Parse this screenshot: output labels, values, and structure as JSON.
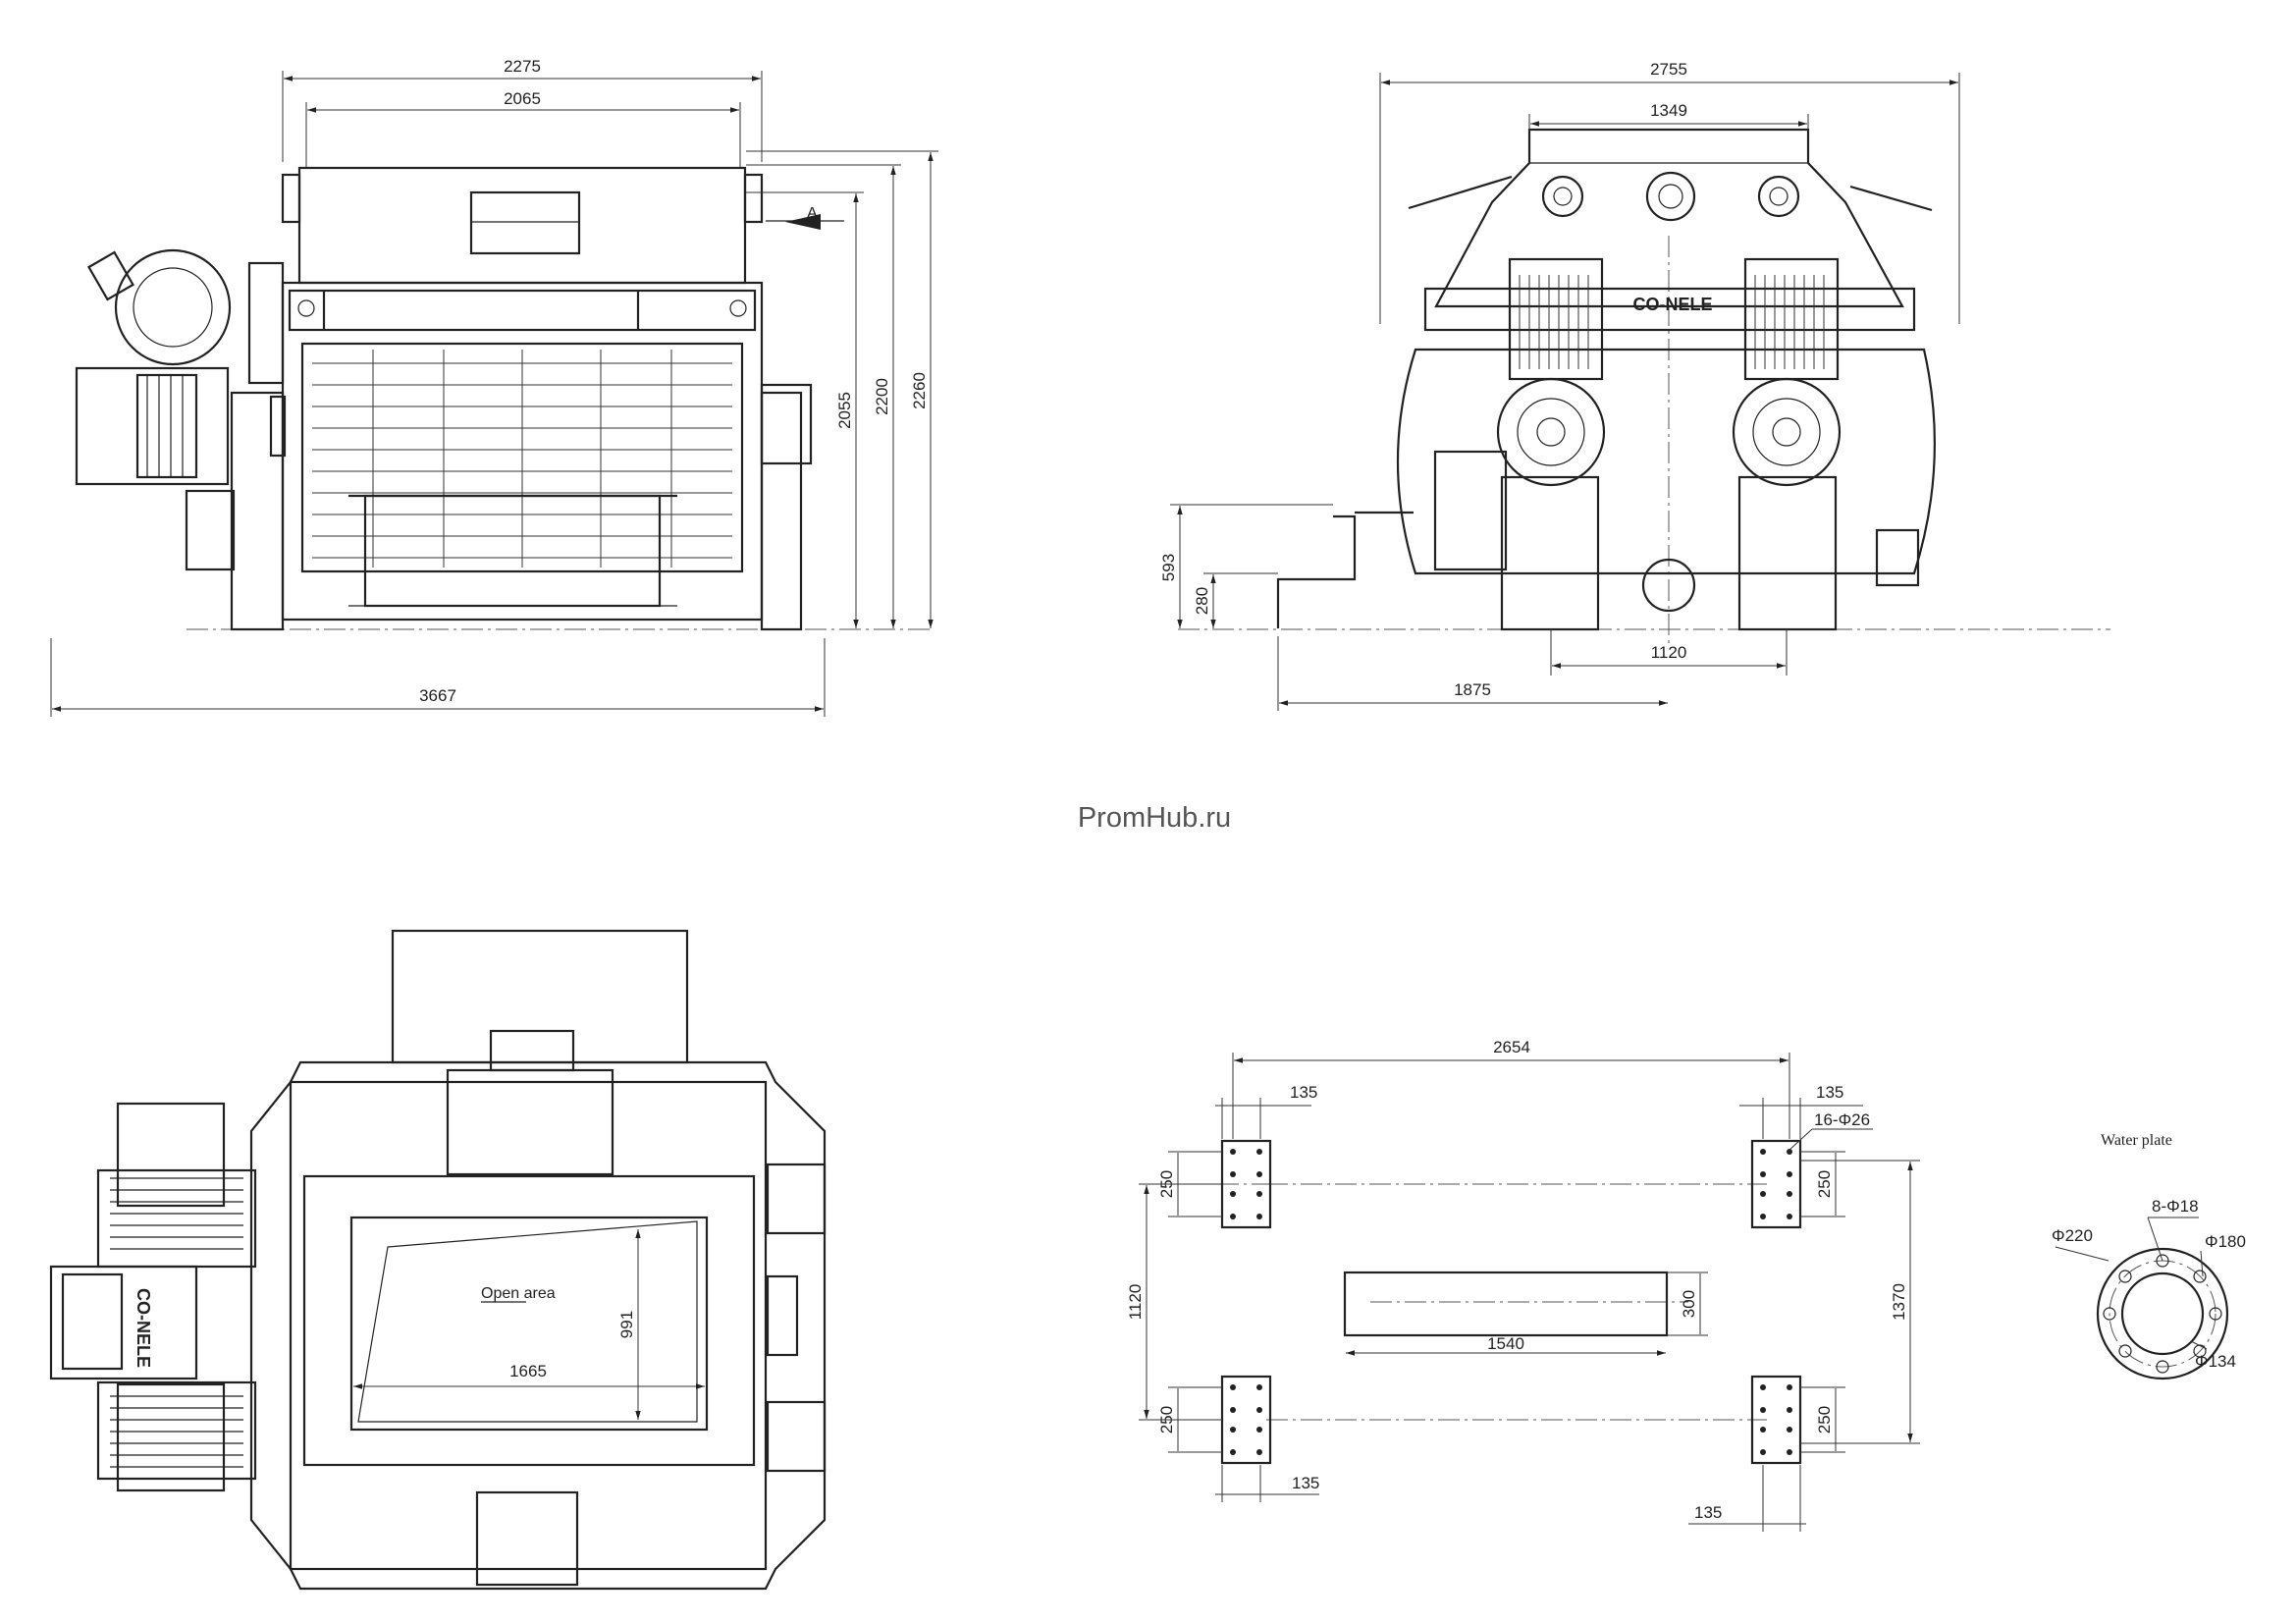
{
  "watermark": "PromHub.ru",
  "front_view": {
    "dims": {
      "width_top": "2275",
      "width_inner": "2065",
      "total_length": "3667",
      "h_body": "2055",
      "h_mid": "2200",
      "h_total": "2260"
    },
    "section_mark": "A"
  },
  "side_view": {
    "brand": "CO-NELE",
    "dims": {
      "width_total": "2755",
      "width_top": "1349",
      "h_outlet": "593",
      "h_platform": "280",
      "shaft_gap": "1120",
      "length_outlet": "1875"
    }
  },
  "top_view": {
    "brand": "CO-NELE",
    "open_area_label": "Open area",
    "dims": {
      "open_width": "1665",
      "open_height": "991"
    }
  },
  "foundation": {
    "dims": {
      "length": "2654",
      "pad_tl": "135",
      "pad_tr": "135",
      "pad_bl": "135",
      "pad_br": "135",
      "holes": "16-Φ26",
      "pad_h_tl": "250",
      "pad_h_tr": "250",
      "pad_h_bl": "250",
      "pad_h_br": "250",
      "inner_spacing": "1120",
      "outer_spacing": "1370",
      "beam_length": "1540",
      "beam_height": "300"
    }
  },
  "water_plate": {
    "title": "Water plate",
    "dims": {
      "bolts": "8-Φ18",
      "outer": "Φ220",
      "bolt_circle": "Φ180",
      "inner": "Φ134"
    }
  },
  "colors": {
    "line": "#222222",
    "background": "#ffffff"
  }
}
